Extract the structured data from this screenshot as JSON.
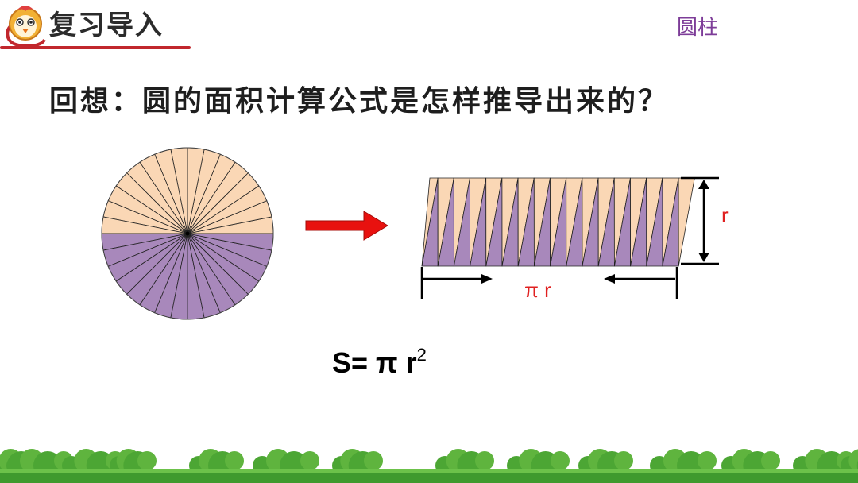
{
  "header": {
    "section_title": "复习导入",
    "topic": "圆柱"
  },
  "question": "回想：圆的面积计算公式是怎样推导出来的？",
  "diagram": {
    "radius_label": "r",
    "length_label": "π r",
    "circle_sectors": 32,
    "rectangle_teeth": 16,
    "colors": {
      "top_half": "#fad7b5",
      "bottom_half": "#a888bb",
      "arrow": "#e8110f",
      "label": "#e02020",
      "accent": "#c1272d"
    }
  },
  "formula": {
    "main": "S= π r",
    "exponent": "2"
  }
}
